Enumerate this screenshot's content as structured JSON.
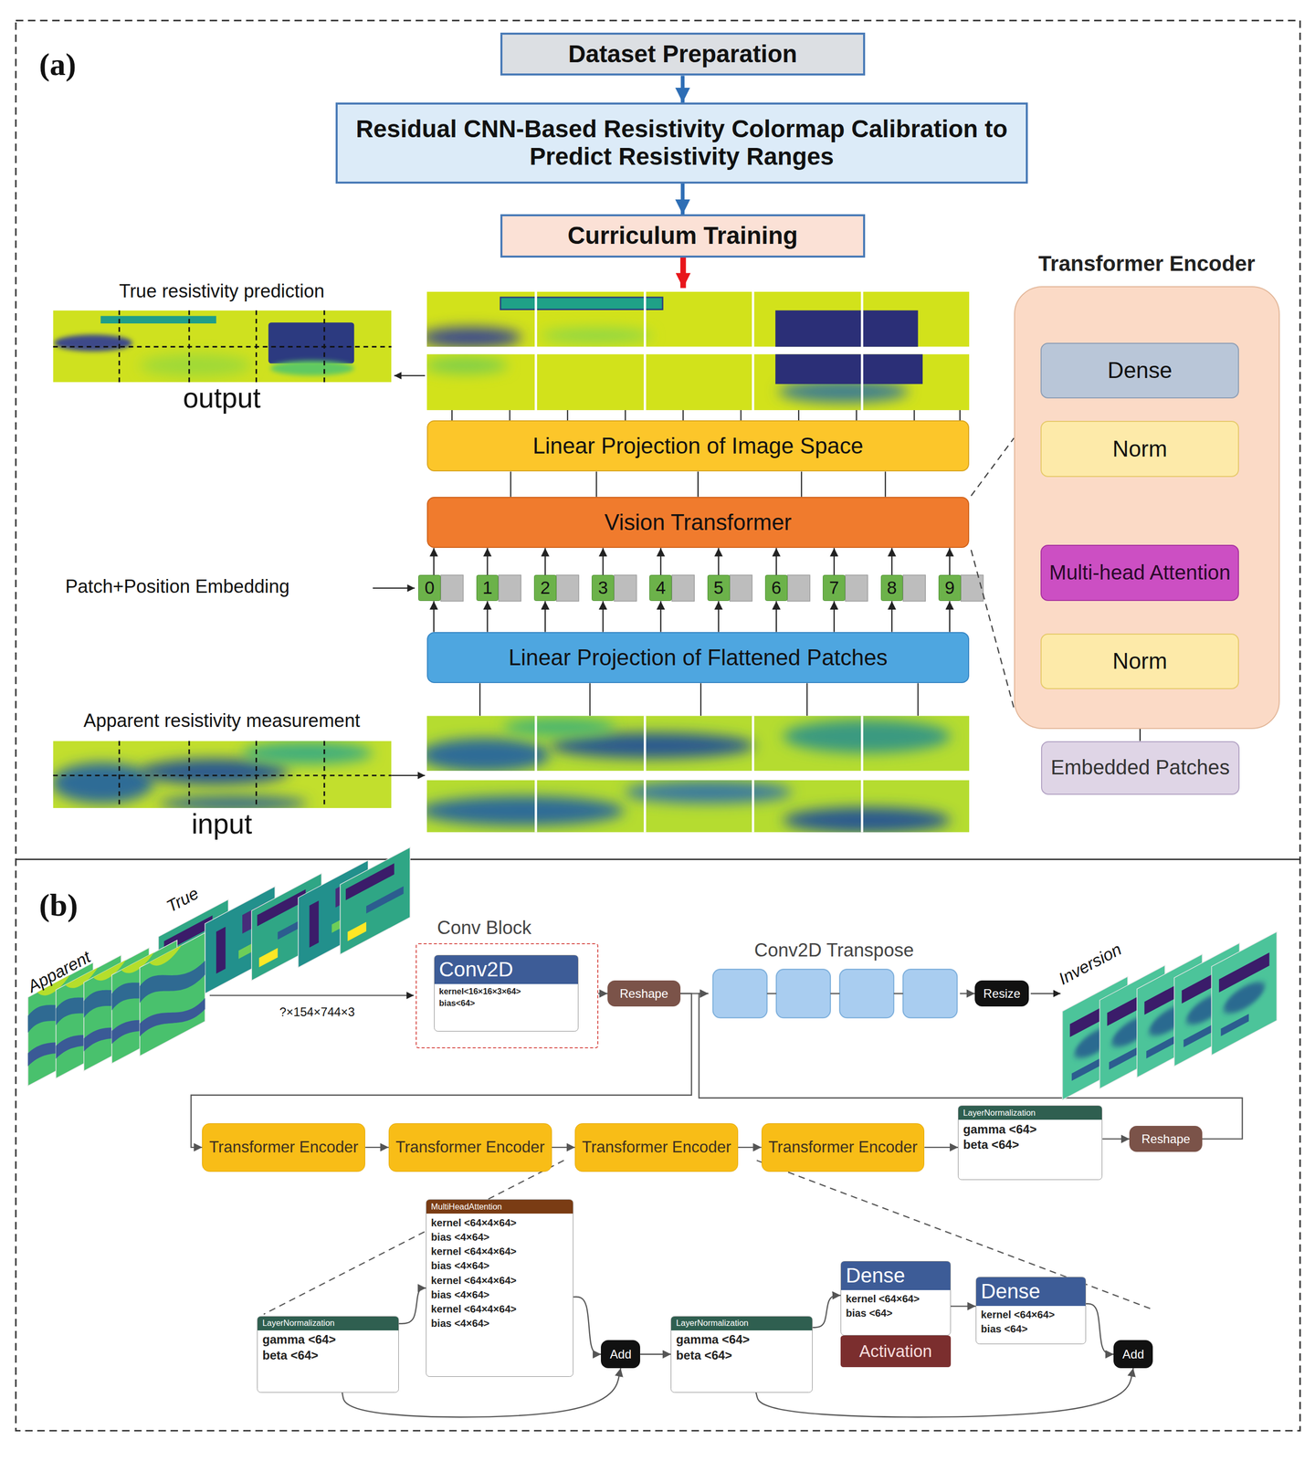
{
  "diagram": {
    "nodes": [
      {
        "text": [
          "Dataset Preparation"
        ]
      },
      {
        "text": [
          "Residual CNN-Based Resistivity Colormap Calibration to Predict Resistivity Ranges"
        ]
      },
      {
        "text": [
          "Curriculum Training"
        ]
      },
      {
        "text": [
          "Linear Projection of Image Space"
        ]
      },
      {
        "text": [
          "Vision Transformer"
        ]
      },
      {
        "text": [
          "0"
        ]
      },
      {
        "text": [
          "1"
        ]
      },
      {
        "text": [
          "2"
        ]
      },
      {
        "text": [
          "3"
        ]
      },
      {
        "text": [
          "4"
        ]
      },
      {
        "text": [
          "5"
        ]
      },
      {
        "text": [
          "6"
        ]
      },
      {
        "text": [
          "7"
        ]
      },
      {
        "text": [
          "8"
        ]
      },
      {
        "text": [
          "9"
        ]
      },
      {
        "text": [
          "Linear Projection of Flattened Patches"
        ]
      },
      {
        "text": [
          "Transformer Encoder"
        ]
      },
      {
        "text": [
          "Dense"
        ],
        "in": 16
      },
      {
        "text": [
          "Norm"
        ],
        "in": 16
      },
      {
        "text": [
          "Multi-head Attention"
        ],
        "in": 16
      },
      {
        "text": [
          "Norm"
        ],
        "in": 16
      },
      {
        "text": [
          "Embedded Patches"
        ]
      },
      {
        "text": [
          "Conv Block"
        ]
      },
      {
        "text": [
          "Conv2D",
          "kernel<16×16×3×64>",
          "bias<64>"
        ],
        "in": 22
      },
      {
        "text": [
          "Reshape"
        ]
      },
      {
        "text": [
          "Conv2D Transpose"
        ]
      },
      {
        "text": [
          "Resize"
        ]
      },
      {
        "text": [
          "Transformer Encoder"
        ]
      },
      {
        "text": [
          "Transformer Encoder"
        ]
      },
      {
        "text": [
          "Transformer Encoder"
        ]
      },
      {
        "text": [
          "Transformer Encoder"
        ]
      },
      {
        "text": [
          "LayerNormalization",
          "gamma <64>",
          "beta <64>"
        ]
      },
      {
        "text": [
          "Reshape"
        ]
      },
      {
        "text": [
          "LayerNormalization",
          "gamma <64>",
          "beta <64>"
        ]
      },
      {
        "text": [
          "MultiHeadAttention",
          "kernel <64×4×64>",
          "bias <4×64>",
          "kernel <64×4×64>",
          "bias <4×64>",
          "kernel <64×4×64>",
          "bias <4×64>",
          "kernel <64×4×64>",
          "bias <4×64>"
        ]
      },
      {
        "text": [
          "Add"
        ]
      },
      {
        "text": [
          "LayerNormalization",
          "gamma <64>",
          "beta <64>"
        ]
      },
      {
        "text": [
          "Dense",
          "kernel <64×64>",
          "bias <64>"
        ]
      },
      {
        "text": [
          "Activation"
        ]
      },
      {
        "text": [
          "Dense",
          "kernel <64×64>",
          "bias <64>"
        ]
      },
      {
        "text": [
          "Add"
        ]
      }
    ],
    "edges": [
      {
        "from": 0,
        "to": 1,
        "arrow": "to"
      },
      {
        "from": 1,
        "to": 2,
        "arrow": "to"
      },
      {
        "from": 15,
        "to": 5,
        "arrow": "to"
      },
      {
        "from": 15,
        "to": 6,
        "arrow": "to"
      },
      {
        "from": 15,
        "to": 7,
        "arrow": "to"
      },
      {
        "from": 15,
        "to": 8,
        "arrow": "to"
      },
      {
        "from": 15,
        "to": 9,
        "arrow": "to"
      },
      {
        "from": 15,
        "to": 10,
        "arrow": "to"
      },
      {
        "from": 15,
        "to": 11,
        "arrow": "to"
      },
      {
        "from": 15,
        "to": 12,
        "arrow": "to"
      },
      {
        "from": 15,
        "to": 13,
        "arrow": "to"
      },
      {
        "from": 15,
        "to": 14,
        "arrow": "to"
      },
      {
        "from": 5,
        "to": 4,
        "arrow": "to"
      },
      {
        "from": 6,
        "to": 4,
        "arrow": "to"
      },
      {
        "from": 7,
        "to": 4,
        "arrow": "to"
      },
      {
        "from": 8,
        "to": 4,
        "arrow": "to"
      },
      {
        "from": 9,
        "to": 4,
        "arrow": "to"
      },
      {
        "from": 10,
        "to": 4,
        "arrow": "to"
      },
      {
        "from": 11,
        "to": 4,
        "arrow": "to"
      },
      {
        "from": 12,
        "to": 4,
        "arrow": "to"
      },
      {
        "from": 13,
        "to": 4,
        "arrow": "to"
      },
      {
        "from": 14,
        "to": 4,
        "arrow": "to"
      },
      {
        "from": 4,
        "to": 3,
        "arrow": "none"
      },
      {
        "from": 21,
        "to": 20,
        "arrow": "none"
      },
      {
        "from": 20,
        "to": 19,
        "arrow": "to"
      },
      {
        "from": 19,
        "to": 18,
        "arrow": "none"
      },
      {
        "from": 18,
        "to": 17,
        "arrow": "none"
      },
      {
        "from": 22,
        "to": 24,
        "arrow": "to"
      },
      {
        "from": 24,
        "to": 25,
        "arrow": "to"
      },
      {
        "from": 24,
        "to": 27,
        "arrow": "to"
      },
      {
        "from": 27,
        "to": 28,
        "arrow": "to"
      },
      {
        "from": 28,
        "to": 29,
        "arrow": "to"
      },
      {
        "from": 29,
        "to": 30,
        "arrow": "to"
      },
      {
        "from": 30,
        "to": 31,
        "arrow": "to"
      },
      {
        "from": 31,
        "to": 32,
        "arrow": "to"
      },
      {
        "from": 32,
        "to": 25,
        "arrow": "to"
      },
      {
        "from": 25,
        "to": 26,
        "arrow": "to"
      },
      {
        "from": 33,
        "to": 34,
        "arrow": "to"
      },
      {
        "from": 33,
        "to": 35,
        "arrow": "to"
      },
      {
        "from": 34,
        "to": 35,
        "arrow": "to"
      },
      {
        "from": 35,
        "to": 36,
        "arrow": "to"
      },
      {
        "from": 36,
        "to": 37,
        "arrow": "to"
      },
      {
        "from": 37,
        "to": 39,
        "arrow": "to"
      },
      {
        "from": 39,
        "to": 40,
        "arrow": "to"
      },
      {
        "from": 36,
        "to": 40,
        "arrow": "to"
      }
    ],
    "labels": [
      "(a)",
      "True resistivity prediction",
      "output",
      "Patch+Position Embedding",
      "Apparent resistivity measurement",
      "input",
      "(b)",
      "Apparent",
      "True",
      "Inversion",
      "?×154×744×3"
    ]
  }
}
